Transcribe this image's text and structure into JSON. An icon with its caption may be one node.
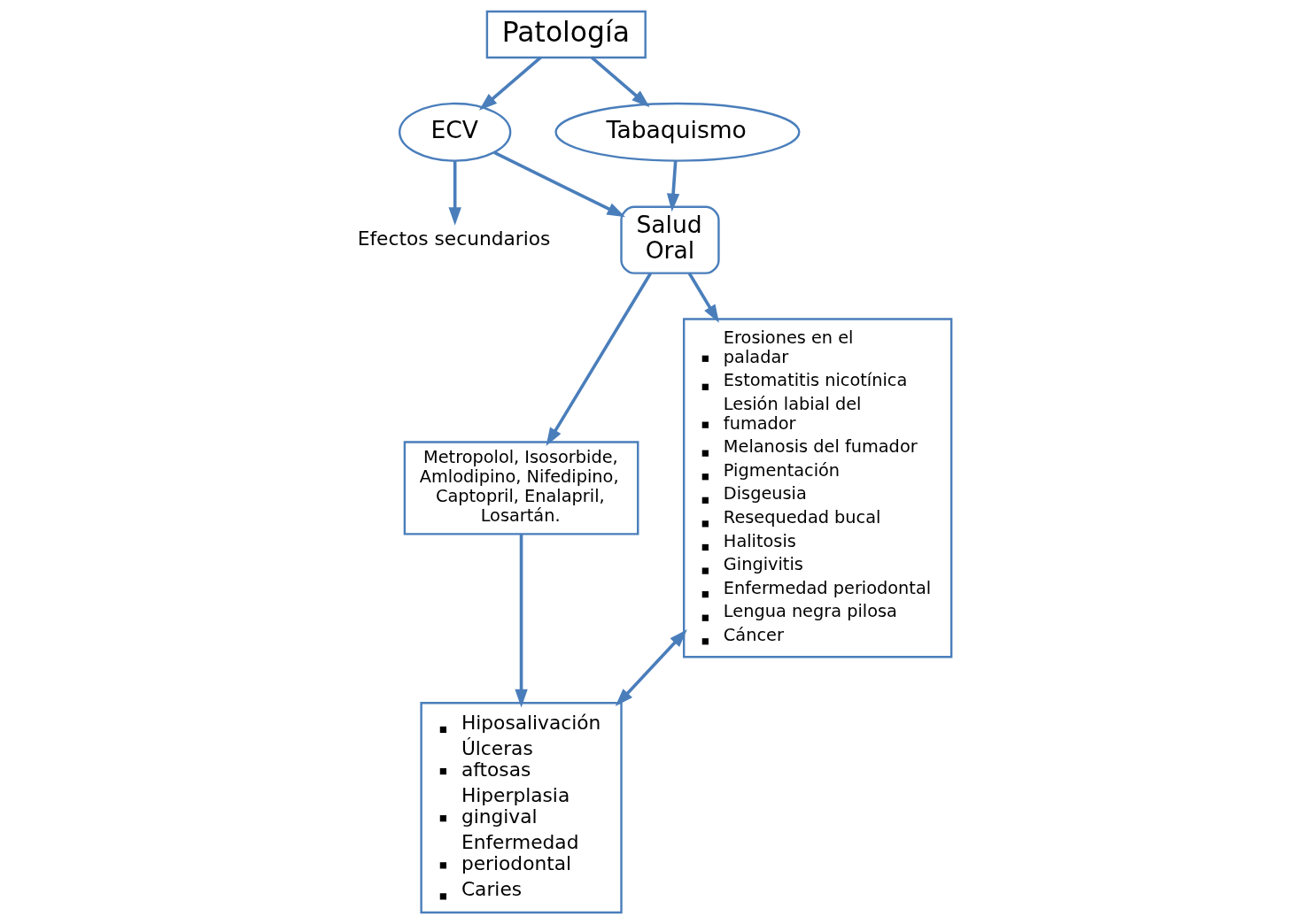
{
  "diagram": {
    "nodes": [
      {
        "text": [
          "Patología"
        ]
      },
      {
        "text": [
          "ECV"
        ]
      },
      {
        "text": [
          "Tabaquismo"
        ]
      },
      {
        "text": [
          "Efectos secundarios"
        ]
      },
      {
        "text": [
          "Salud Oral"
        ]
      },
      {
        "text": [
          "Metropolol, Isosorbide, Amlodipino, Nifedipino, Captopril, Enalapril, Losartán."
        ]
      },
      {
        "text": [
          "Erosiones en el paladar",
          "Estomatitis nicotínica",
          "Lesión labial del fumador",
          "Melanosis del fumador",
          "Pigmentación",
          "Disgeusia",
          "Resequedad bucal",
          "Halitosis",
          "Gingivitis",
          "Enfermedad periodontal",
          "Lengua negra pilosa",
          "Cáncer"
        ]
      },
      {
        "text": [
          "Hiposalivación",
          "Úlceras aftosas",
          "Hiperplasia gingival",
          "Enfermedad periodontal",
          "Caries"
        ]
      }
    ],
    "edges": [
      {
        "from": 0,
        "to": 1,
        "arrow": "to"
      },
      {
        "from": 0,
        "to": 2,
        "arrow": "to"
      },
      {
        "from": 1,
        "to": 3,
        "arrow": "to"
      },
      {
        "from": 1,
        "to": 4,
        "arrow": "to"
      },
      {
        "from": 2,
        "to": 4,
        "arrow": "to"
      },
      {
        "from": 4,
        "to": 5,
        "arrow": "to"
      },
      {
        "from": 4,
        "to": 6,
        "arrow": "to"
      },
      {
        "from": 5,
        "to": 7,
        "arrow": "to"
      },
      {
        "from": 7,
        "to": 6,
        "arrow": "both"
      }
    ]
  }
}
